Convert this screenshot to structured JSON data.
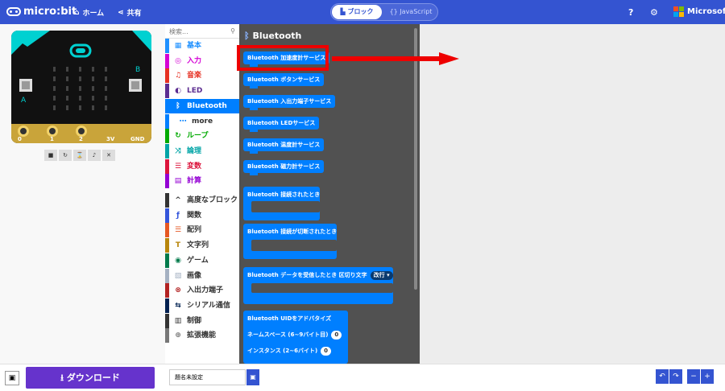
{
  "header": {
    "brand": "micro:bit",
    "home": "ホーム",
    "share": "共有",
    "mode_blocks": "ブロック",
    "mode_js": "JavaScript",
    "help": "?",
    "settings": "⚙",
    "ms": "Microsoft"
  },
  "colors": {
    "accent": "#3454d1",
    "bluetooth": "#007fff",
    "download": "#6633cc",
    "highlight": "#ee0000"
  },
  "toolbox": {
    "search_placeholder": "検索...",
    "categories": [
      {
        "label": "基本",
        "icon": "grid-icon",
        "color": "#1e90ff"
      },
      {
        "label": "入力",
        "icon": "target-icon",
        "color": "#d400d4"
      },
      {
        "label": "音楽",
        "icon": "headphones-icon",
        "color": "#e63022"
      },
      {
        "label": "LED",
        "icon": "toggle-icon",
        "color": "#5c2d91"
      },
      {
        "label": "Bluetooth",
        "icon": "bluetooth-icon",
        "color": "#007fff"
      },
      {
        "label": "more",
        "icon": "dots-icon",
        "color": "#007fff"
      },
      {
        "label": "ループ",
        "icon": "loop-icon",
        "color": "#00aa00"
      },
      {
        "label": "論理",
        "icon": "shuffle-icon",
        "color": "#00a4a6"
      },
      {
        "label": "変数",
        "icon": "list-icon",
        "color": "#dc143c"
      },
      {
        "label": "計算",
        "icon": "calculator-icon",
        "color": "#9400d3"
      },
      {
        "label": "高度なブロック",
        "icon": "chevron-up-icon",
        "color": "#333333"
      },
      {
        "label": "関数",
        "icon": "function-icon",
        "color": "#3455db"
      },
      {
        "label": "配列",
        "icon": "list-icon",
        "color": "#e65722"
      },
      {
        "label": "文字列",
        "icon": "text-icon",
        "color": "#b8860b"
      },
      {
        "label": "ゲーム",
        "icon": "game-icon",
        "color": "#007a4b"
      },
      {
        "label": "画像",
        "icon": "image-icon",
        "color": "#a5b1c2"
      },
      {
        "label": "入出力端子",
        "icon": "pin-icon",
        "color": "#b22222"
      },
      {
        "label": "シリアル通信",
        "icon": "usb-icon",
        "color": "#002050"
      },
      {
        "label": "制御",
        "icon": "chip-icon",
        "color": "#333333"
      },
      {
        "label": "拡張機能",
        "icon": "plus-icon",
        "color": "#777777"
      }
    ]
  },
  "flyout": {
    "title": "Bluetooth",
    "blocks": [
      "Bluetooth 加速度計サービス",
      "Bluetooth ボタンサービス",
      "Bluetooth 入出力端子サービス",
      "Bluetooth LEDサービス",
      "Bluetooth 温度計サービス",
      "Bluetooth 磁力計サービス",
      "Bluetooth 接続されたとき",
      "Bluetooth 接続が切断されたとき",
      "Bluetooth データを受信したとき 区切り文字",
      "Bluetooth UIDをアドバタイズ",
      "ネームスペース (6~9バイト目)",
      "インスタンス (2~6バイト)"
    ],
    "delimiter": "改行",
    "ns_value": "0",
    "inst_value": "0"
  },
  "simulator": {
    "pins": [
      "0",
      "1",
      "2",
      "3V",
      "GND"
    ],
    "btn_a": "A",
    "btn_b": "B"
  },
  "footer": {
    "download": "ダウンロード",
    "project_name": "題名未設定",
    "save_icon": "save-icon"
  }
}
